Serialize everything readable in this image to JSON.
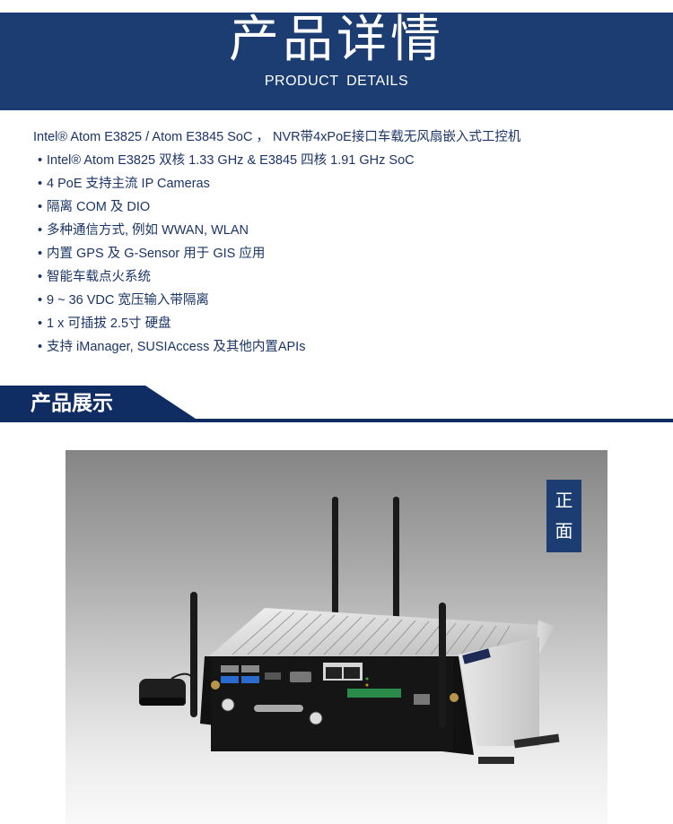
{
  "banner": {
    "title": "产品详情",
    "subtitle": "PRODUCT DETAILS",
    "background_color": "#1c3d72"
  },
  "details": {
    "headline": "Intel® Atom E3825 / Atom E3845 SoC ， NVR带4xPoE接口车载无风扇嵌入式工控机",
    "bullet_glyph": "•",
    "features": [
      "Intel® Atom E3825 双核 1.33 GHz & E3845 四核 1.91 GHz SoC",
      "4 PoE 支持主流 IP Cameras",
      "隔离 COM 及 DIO",
      "多种通信方式, 例如 WWAN, WLAN",
      "内置 GPS 及 G-Sensor 用于 GIS 应用",
      "智能车载点火系统",
      "9 ~ 36 VDC 宽压输入带隔离",
      "1 x 可插拔 2.5寸 硬盘",
      "支持 iManager, SUSIAccess 及其他内置APIs"
    ],
    "text_color": "#1b3568"
  },
  "section": {
    "title": "产品展示",
    "color": "#0f2d63"
  },
  "showcase": {
    "view_label_line1": "正",
    "view_label_line2": "面",
    "image_description": "Fanless embedded box PC with aluminum heatsink, three antennas and GPS puck"
  }
}
